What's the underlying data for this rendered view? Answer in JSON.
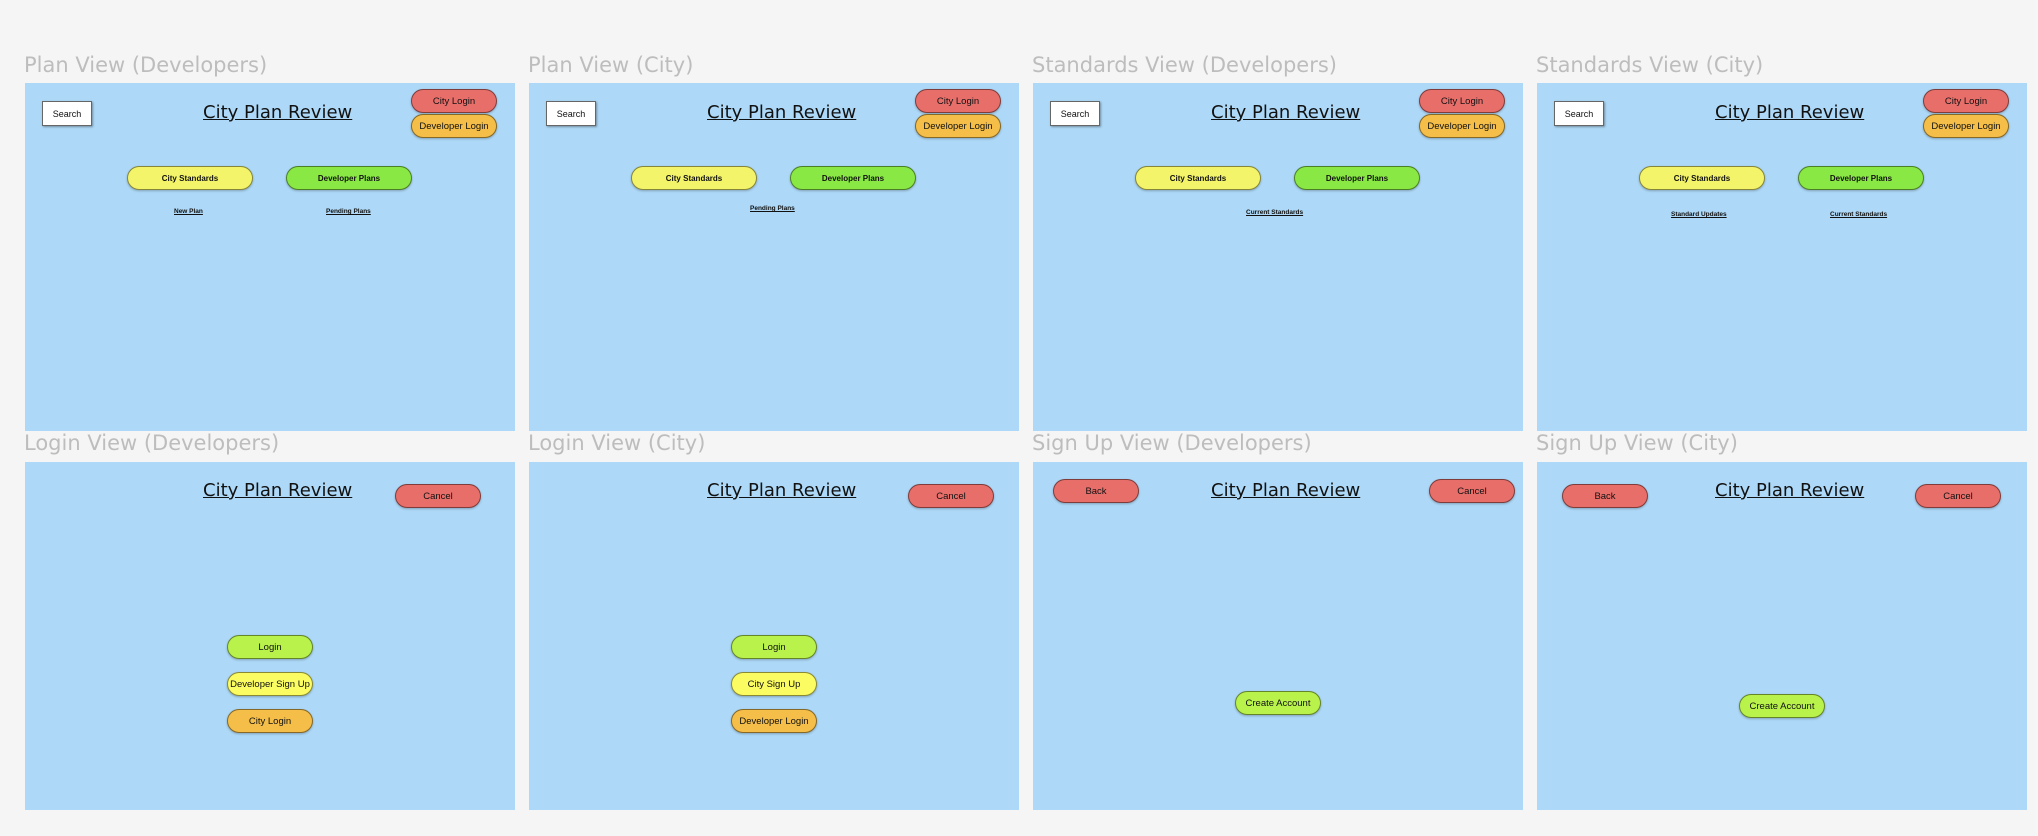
{
  "colors": {
    "canvas": "#f5f5f5",
    "frame": "#add8f7",
    "frame_title": "#bdbdbd",
    "red_button": "#e86e6a",
    "orange_button": "#f4be48",
    "yellow_button": "#f4f46a",
    "green_button": "#8ae844",
    "lime_button": "#b8f24a",
    "bright_yellow_button": "#fbfb62"
  },
  "app_title": "City Plan Review",
  "frames": {
    "plan_dev": {
      "title": "Plan View (Developers)",
      "search": "Search",
      "city_login": "City Login",
      "developer_login": "Developer Login",
      "city_standards": "City Standards",
      "developer_plans": "Developer Plans",
      "new_plan": "New Plan",
      "pending_plans": "Pending Plans"
    },
    "plan_city": {
      "title": "Plan View (City)",
      "search": "Search",
      "city_login": "City Login",
      "developer_login": "Developer Login",
      "city_standards": "City Standards",
      "developer_plans": "Developer Plans",
      "pending_plans": "Pending Plans"
    },
    "standards_dev": {
      "title": "Standards View (Developers)",
      "search": "Search",
      "city_login": "City Login",
      "developer_login": "Developer Login",
      "city_standards": "City Standards",
      "developer_plans": "Developer Plans",
      "current_standards": "Current Standards"
    },
    "standards_city": {
      "title": "Standards View (City)",
      "search": "Search",
      "city_login": "City Login",
      "developer_login": "Developer Login",
      "city_standards": "City Standards",
      "developer_plans": "Developer Plans",
      "standard_updates": "Standard Updates",
      "current_standards": "Current Standards"
    },
    "login_dev": {
      "title": "Login View (Developers)",
      "cancel": "Cancel",
      "login": "Login",
      "sign_up": "Developer Sign Up",
      "alt_login": "City Login"
    },
    "login_city": {
      "title": "Login View (City)",
      "cancel": "Cancel",
      "login": "Login",
      "sign_up": "City Sign Up",
      "alt_login": "Developer Login"
    },
    "signup_dev": {
      "title": "Sign Up View (Developers)",
      "back": "Back",
      "cancel": "Cancel",
      "create_account": "Create Account"
    },
    "signup_city": {
      "title": "Sign Up View (City)",
      "back": "Back",
      "cancel": "Cancel",
      "create_account": "Create Account"
    }
  }
}
